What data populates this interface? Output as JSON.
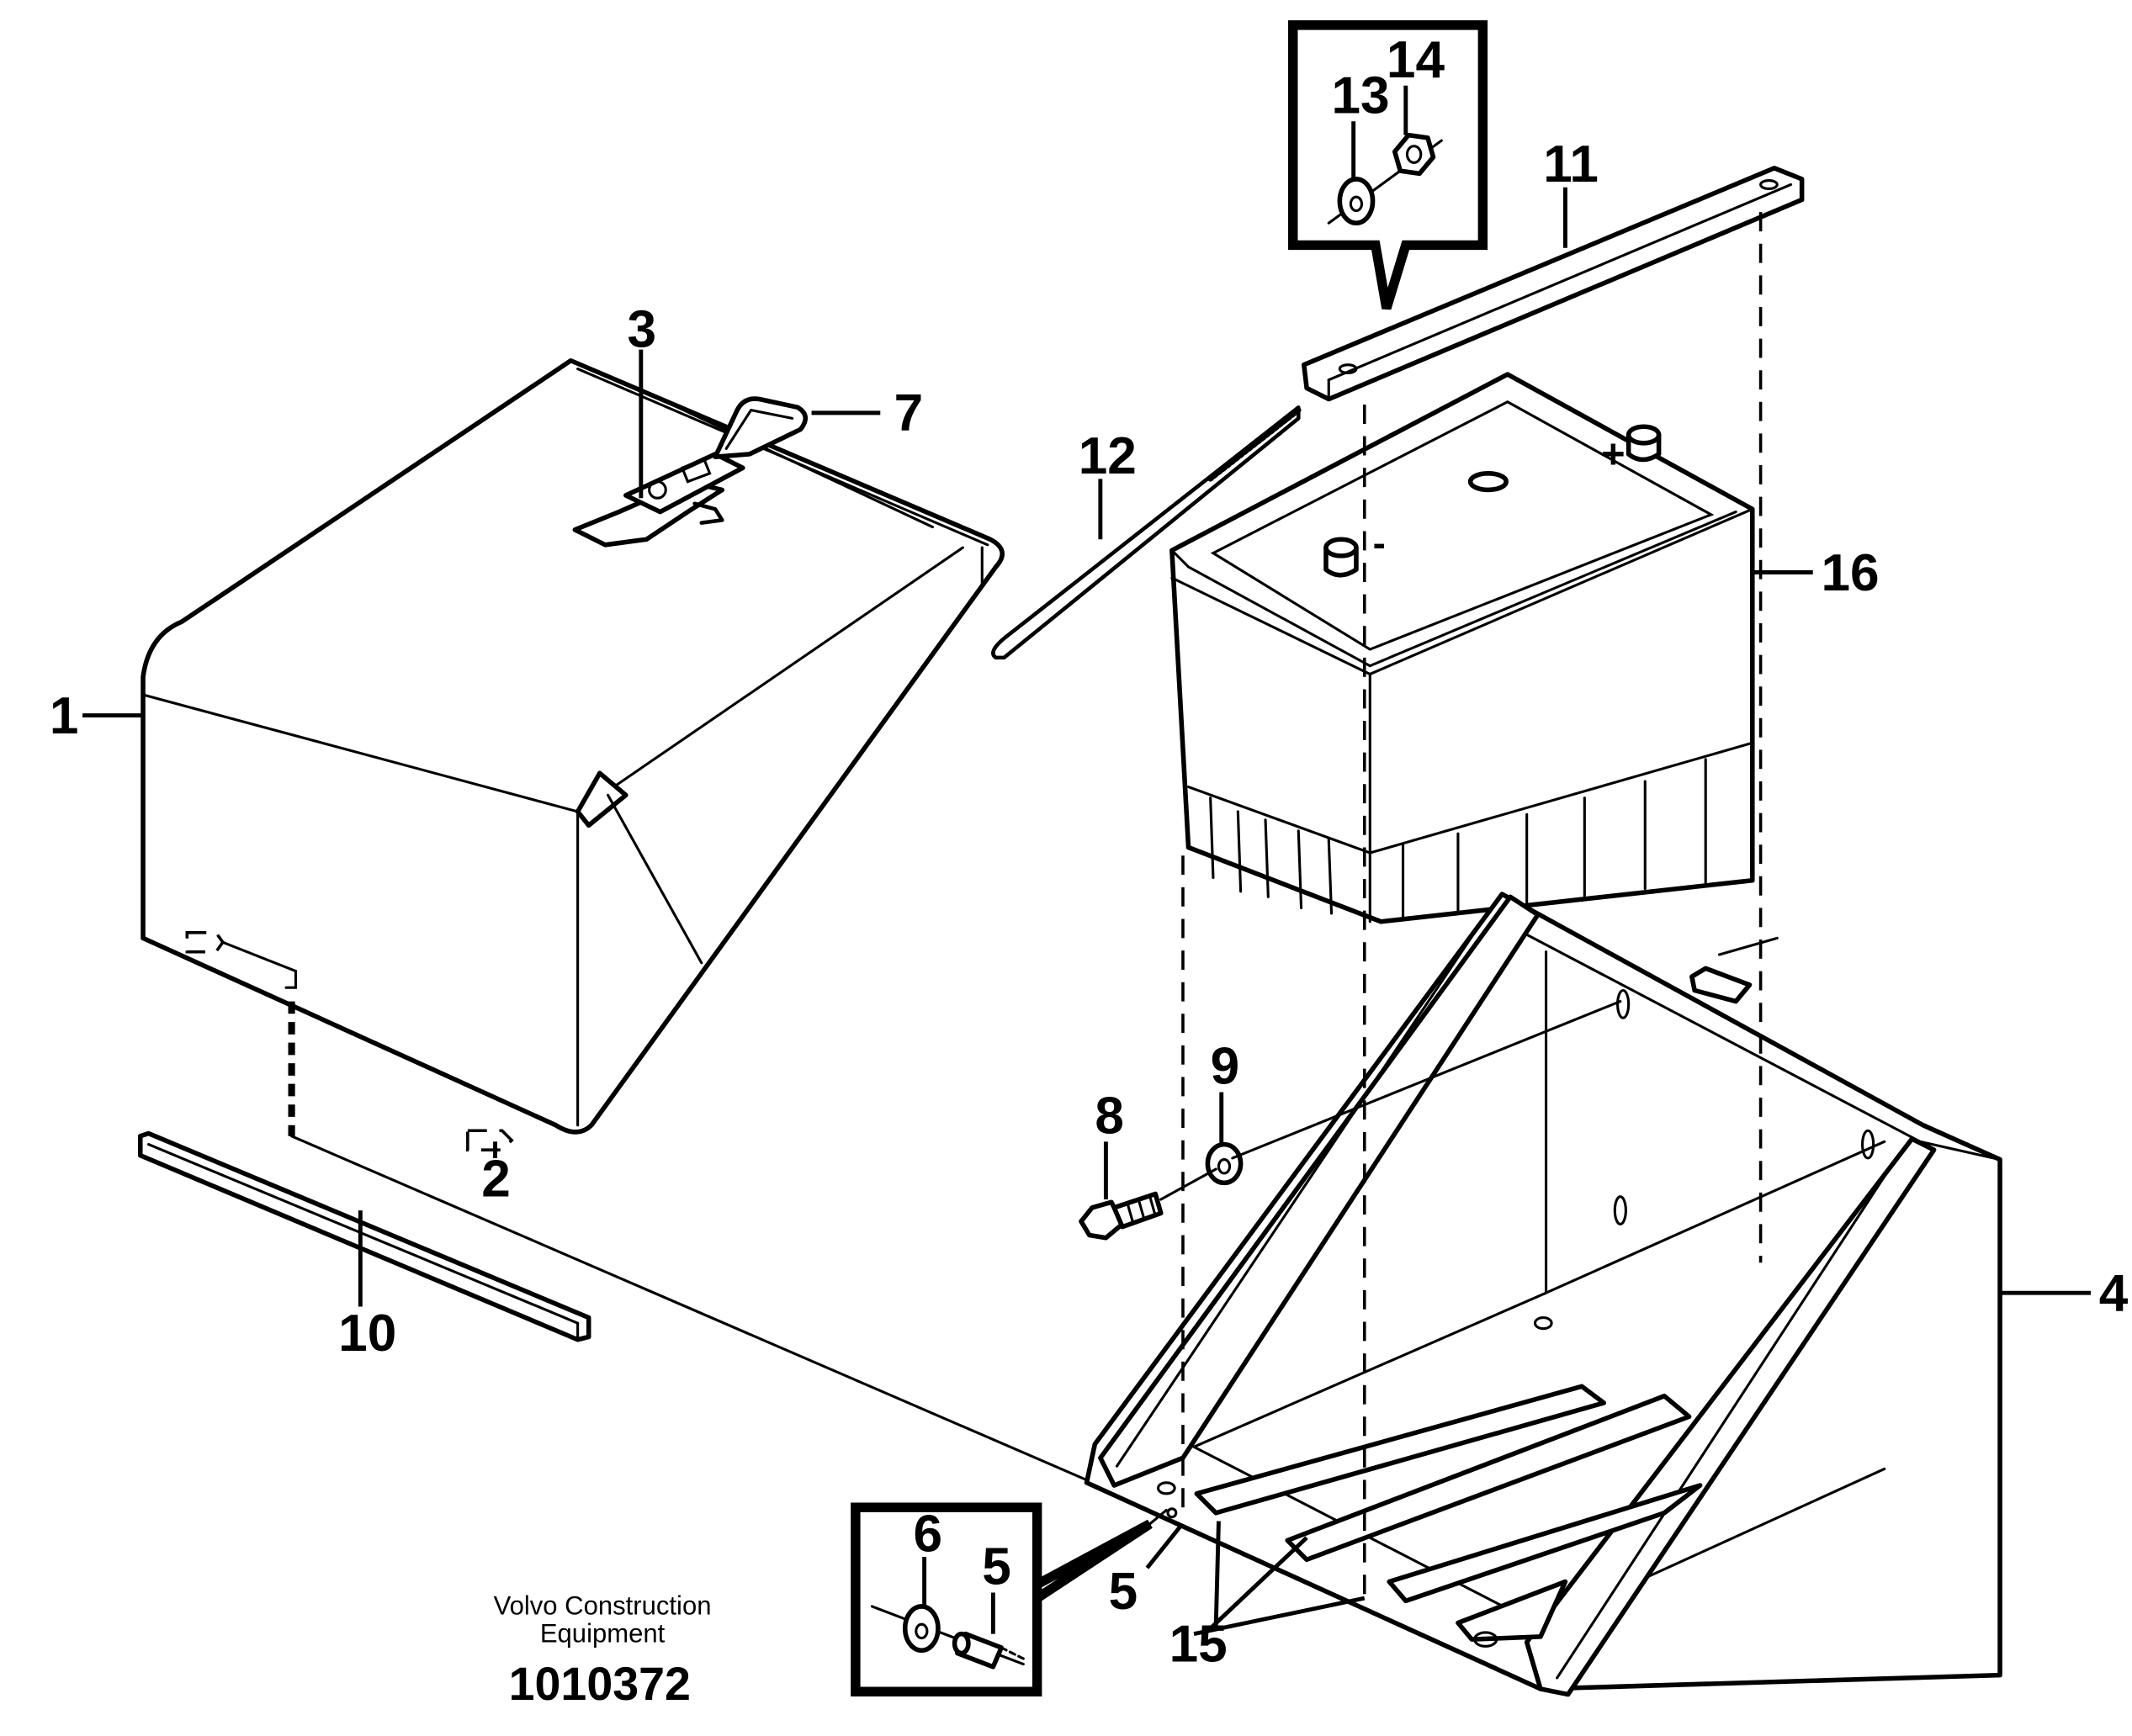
{
  "callouts": {
    "c1": "1",
    "c2": "2",
    "c3": "3",
    "c4": "4",
    "c5a": "5",
    "c5b": "5",
    "c6": "6",
    "c7": "7",
    "c8": "8",
    "c9": "9",
    "c10": "10",
    "c11": "11",
    "c12": "12",
    "c13": "13",
    "c14": "14",
    "c15": "15",
    "c16": "16"
  },
  "battery_marks": {
    "plus": "+",
    "minus": "-"
  },
  "footer": {
    "brand_line1": "Volvo Construction",
    "brand_line2": "Equipment",
    "doc_number": "1010372"
  }
}
